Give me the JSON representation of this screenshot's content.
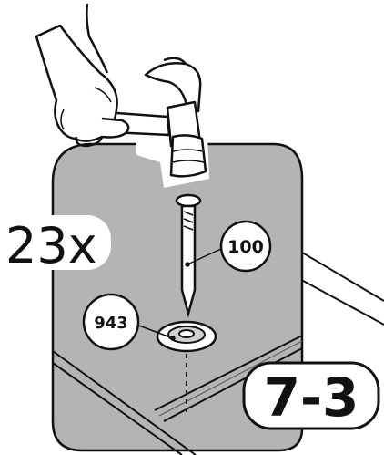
{
  "instruction": {
    "quantity": "23x",
    "step": "7-3"
  },
  "parts": {
    "nail": {
      "label": "100",
      "name": "nail"
    },
    "washer": {
      "label": "943",
      "name": "washer"
    }
  },
  "tool": {
    "name": "hammer"
  },
  "colors": {
    "panel": "#b4b4b4",
    "outline": "#111111",
    "background": "#ffffff",
    "callout_fill": "#ffffff"
  }
}
